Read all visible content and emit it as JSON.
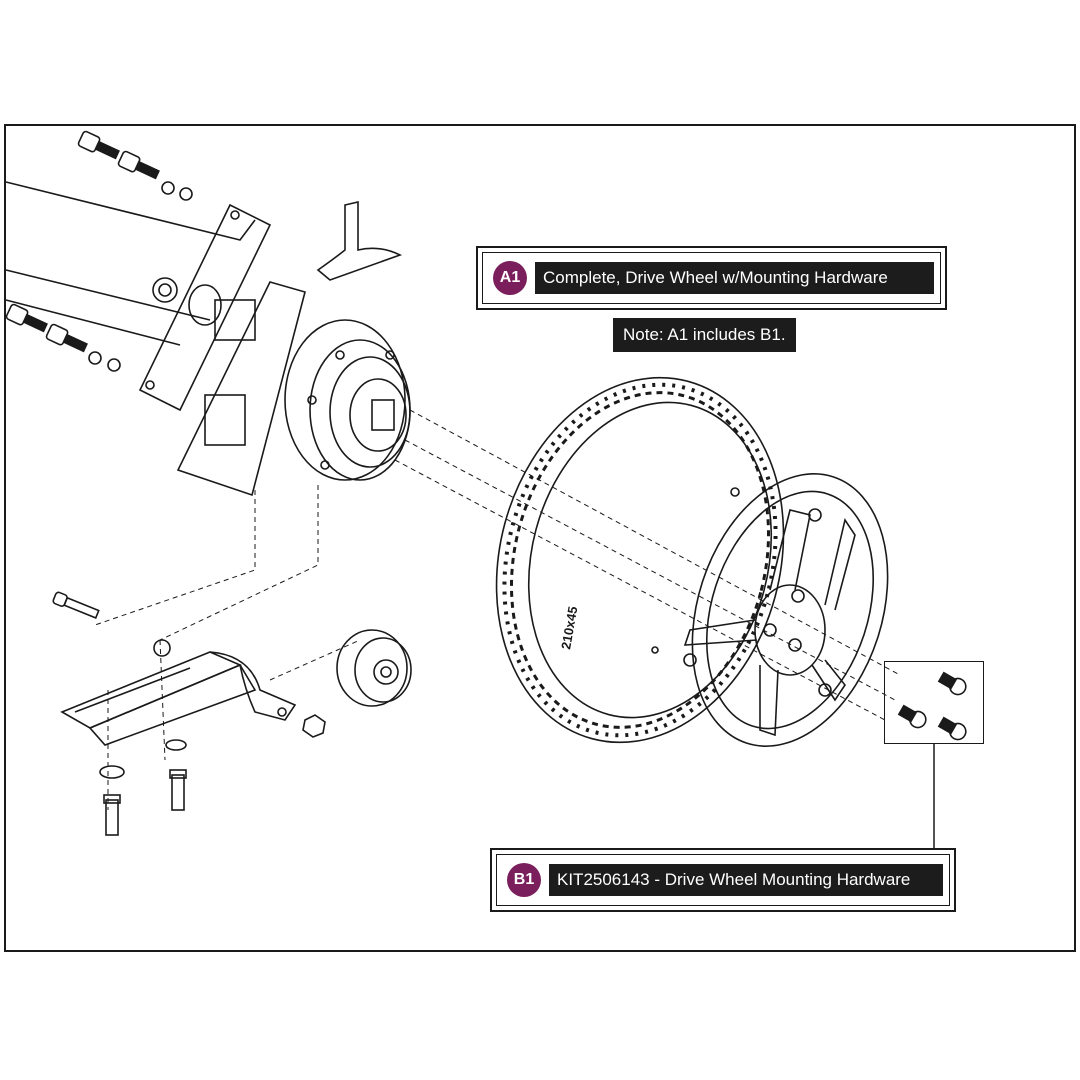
{
  "callouts": {
    "a1": {
      "badge": "A1",
      "label": "Complete, Drive Wheel  w/Mounting Hardware"
    },
    "b1": {
      "badge": "B1",
      "label": "KIT2506143 - Drive Wheel Mounting Hardware"
    }
  },
  "note": "Note: A1 includes B1.",
  "tire_size_text": "210x45",
  "colors": {
    "badge": "#7a1f5c",
    "label_bg": "#1c1c1c",
    "line": "#1a1a1a"
  }
}
